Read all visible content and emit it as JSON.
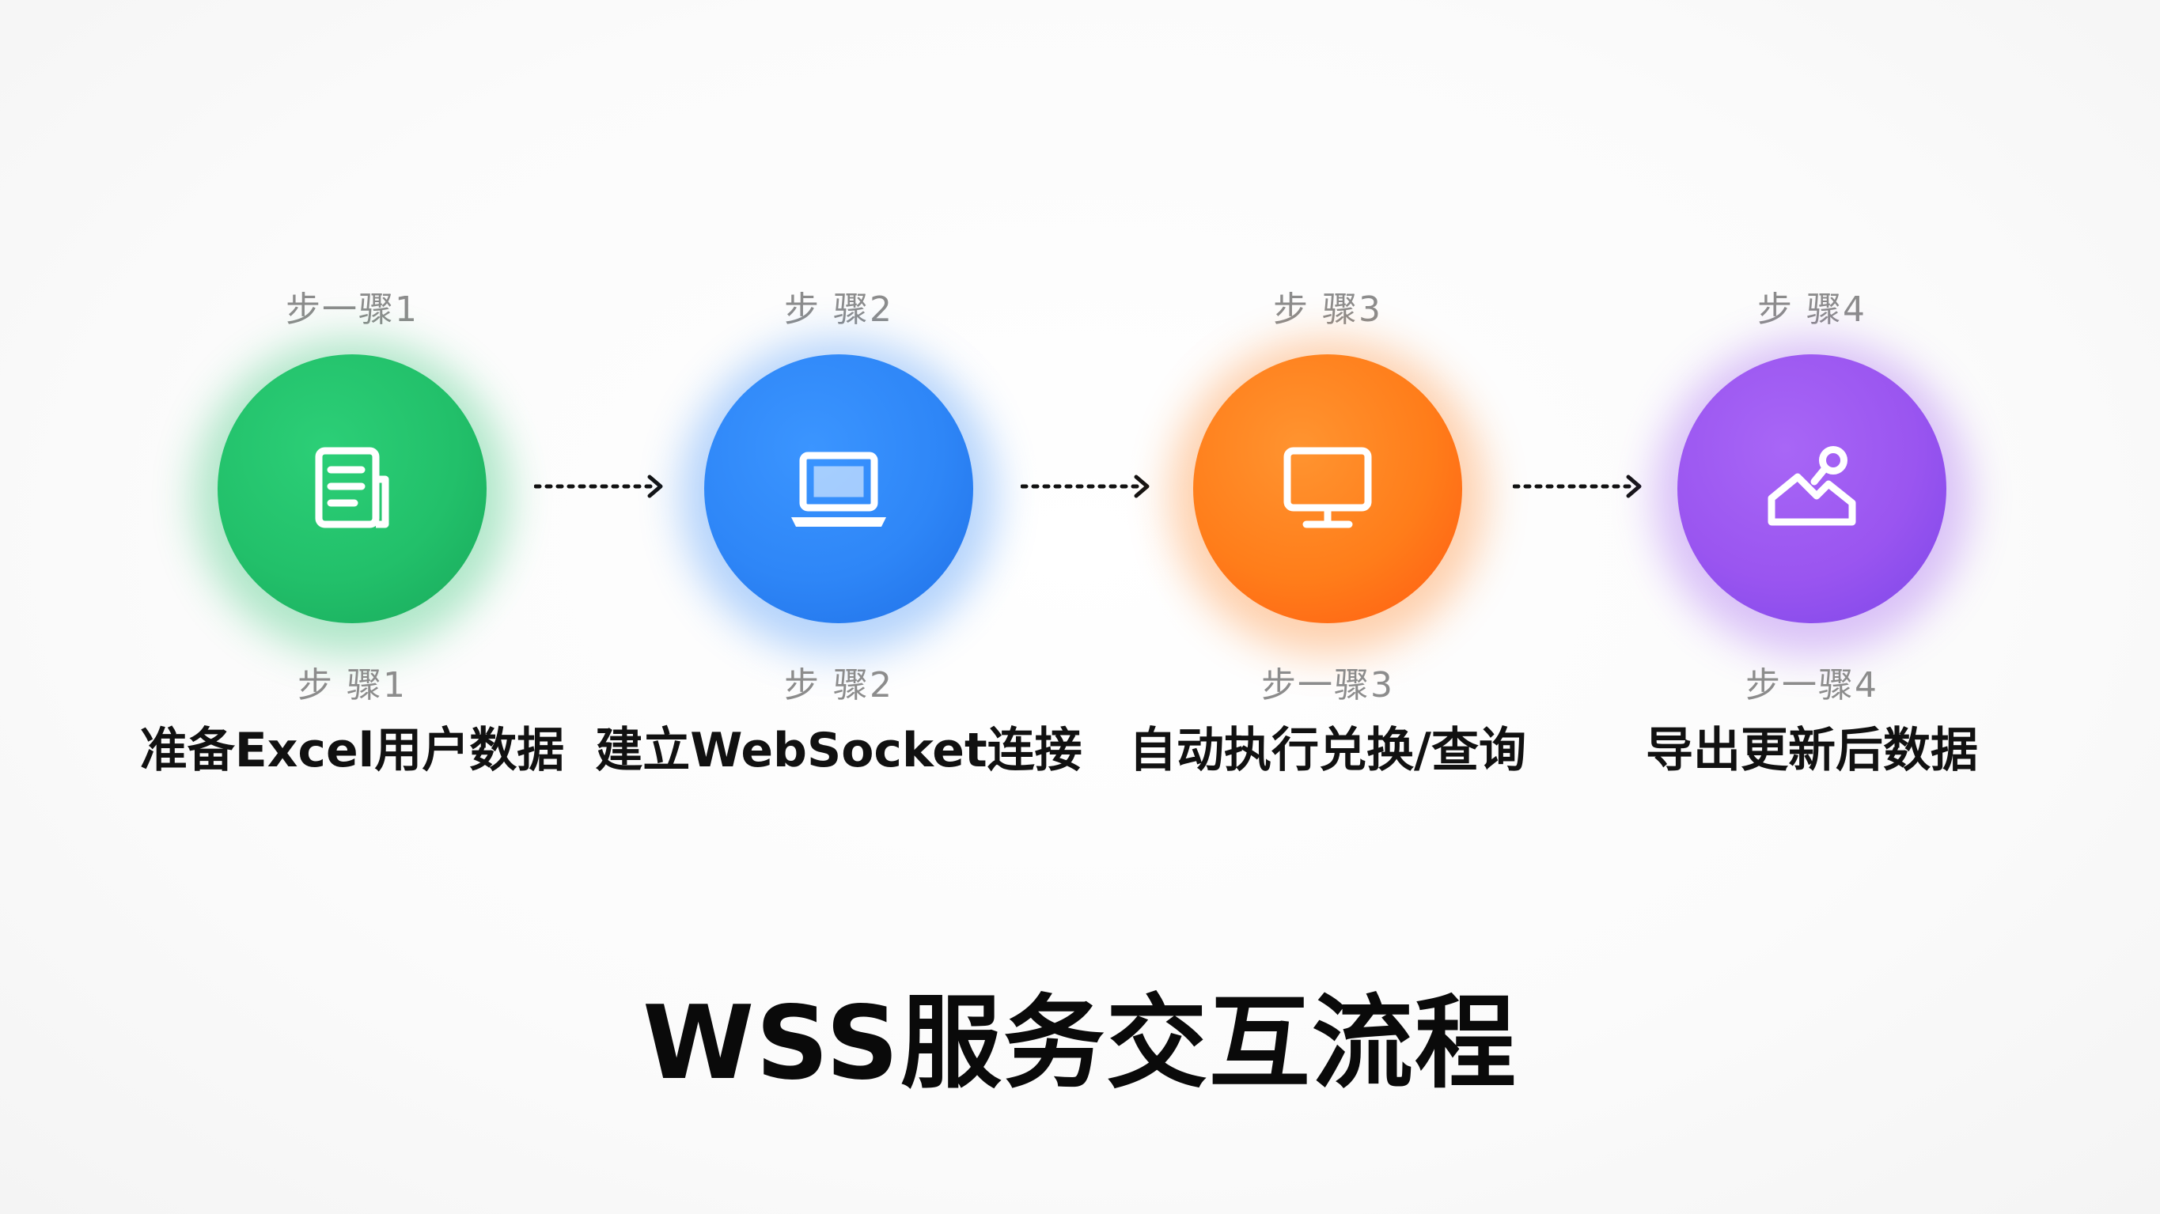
{
  "colors": {
    "step1": "#22c06a",
    "step1_dark": "#18a85a",
    "step2": "#2e86f7",
    "step2_dark": "#1f6fe6",
    "step3": "#ff7d1a",
    "step3_dark": "#ff5a12",
    "step4": "#9a55f0",
    "step4_dark": "#7b45e8",
    "icon": "#ffffff",
    "title": "#0a0a0a"
  },
  "steps": [
    {
      "top_label": "步一骤1",
      "bottom_label": "步 骤1",
      "title": "准备Excel用户数据",
      "icon": "document-icon"
    },
    {
      "top_label": "步 骤2",
      "bottom_label": "步 骤2",
      "title": "建立WebSocket连接",
      "icon": "laptop-icon"
    },
    {
      "top_label": "步 骤3",
      "bottom_label": "步一骤3",
      "title": "自动执行兑换/查询",
      "icon": "monitor-icon"
    },
    {
      "top_label": "步 骤4",
      "bottom_label": "步一骤4",
      "title": "导出更新后数据",
      "icon": "chart-export-icon"
    }
  ],
  "main_title": "WSS服务交互流程"
}
